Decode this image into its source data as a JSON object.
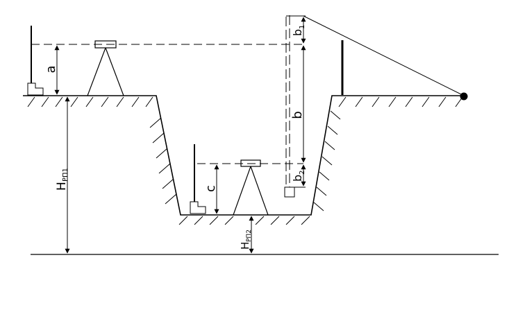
{
  "labels": {
    "a": "a",
    "b": "b",
    "c": "c",
    "b1_main": "b",
    "b1_sub": "1",
    "b2_main": "b",
    "b2_sub": "2",
    "h1_main": "H",
    "h1_sub": "РП1",
    "h2_main": "H",
    "h2_sub": "РП2"
  },
  "colors": {
    "line": "#000000",
    "background": "#ffffff"
  }
}
